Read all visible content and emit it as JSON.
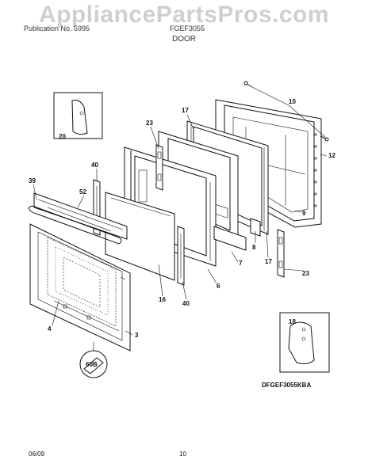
{
  "watermark": "AppliancePartsPros.com",
  "header": {
    "publication": "Publication No. 5995",
    "model": "FGEF3055",
    "section": "DOOR"
  },
  "callouts": {
    "c10": "10",
    "c12": "12",
    "c17a": "17",
    "c17b": "17",
    "c23a": "23",
    "c23b": "23",
    "c40a": "40",
    "c40b": "40",
    "c39": "39",
    "c52": "52",
    "c20": "20",
    "c9": "9",
    "c8": "8",
    "c7": "7",
    "c6": "6",
    "c16": "16",
    "c3": "3",
    "c4": "4",
    "c60b": "60B",
    "c18": "18"
  },
  "catalog_code": "DFGEF3055KBA",
  "footer": {
    "date": "06/09",
    "page": "10"
  }
}
